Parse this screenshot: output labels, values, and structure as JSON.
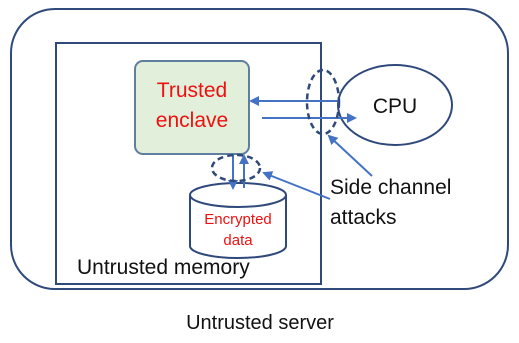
{
  "diagram": {
    "server_label": "Untrusted server",
    "memory_label": "Untrusted memory",
    "enclave_line1": "Trusted",
    "enclave_line2": "enclave",
    "cpu_label": "CPU",
    "data_line1": "Encrypted",
    "data_line2": "data",
    "attack_line1": "Side channel",
    "attack_line2": "attacks"
  },
  "colors": {
    "frame": "#2f4a7a",
    "memory_border": "#2f4a7a",
    "enclave_fill": "#e2efda",
    "enclave_border": "#5f7f9f",
    "enclave_text": "#ee1111",
    "data_text": "#ee1111",
    "arrow": "#4472c4",
    "ellipse": "#2f4a7a",
    "label": "#111111"
  }
}
